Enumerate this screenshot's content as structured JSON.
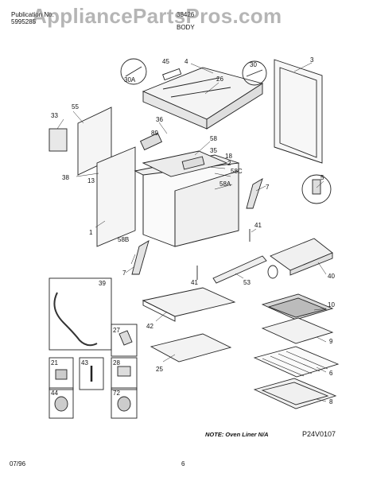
{
  "header": {
    "publication": "Publication No.",
    "number": "5995285",
    "model": "38426",
    "section": "BODY"
  },
  "watermark": "AppliancePartsPros.com",
  "callouts": {
    "c3": "3",
    "c4": "4",
    "c45": "45",
    "c30": "30",
    "c30a": "30A",
    "c26": "26",
    "c33": "33",
    "c55": "55",
    "c89": "89",
    "c36": "36",
    "c58": "58",
    "c35": "35",
    "c18": "18",
    "c2": "2",
    "c58c": "58C",
    "c38": "38",
    "c13": "13",
    "c58a": "58A",
    "c7a": "7",
    "c5": "5",
    "c1": "1",
    "c41a": "41",
    "c58b": "58B",
    "c7b": "7",
    "c41b": "41",
    "c53": "53",
    "c40": "40",
    "c39": "39",
    "c10": "10",
    "c42": "42",
    "c9": "9",
    "c27": "27",
    "c21": "21",
    "c43": "43",
    "c28": "28",
    "c25": "25",
    "c6": "6",
    "c44": "44",
    "c72": "72",
    "c8": "8"
  },
  "note": "NOTE: Oven Liner N/A",
  "diagram_code": "P24V0107",
  "footer": {
    "date": "07/96",
    "page": "6"
  }
}
